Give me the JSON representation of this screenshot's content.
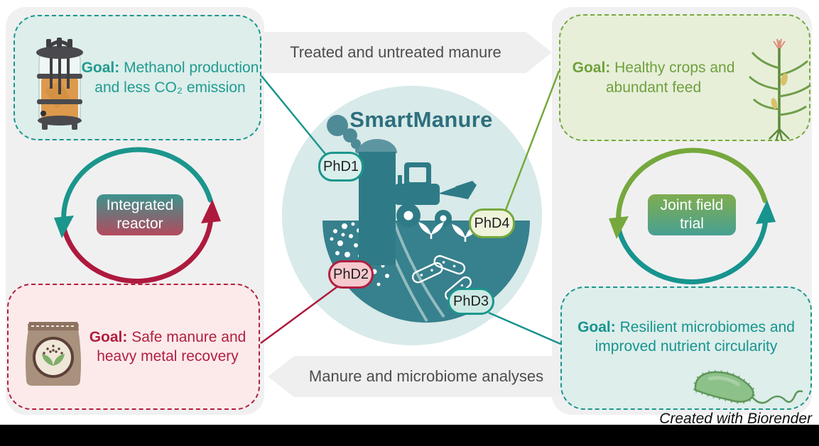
{
  "title": "SmartManure",
  "credit": "Created with Biorender",
  "banners": {
    "top": "Treated and untreated manure",
    "bottom": "Manure and microbiome analyses"
  },
  "cycles": {
    "left": {
      "label": "Integrated reactor"
    },
    "right": {
      "label": "Joint field trial"
    }
  },
  "phd_badges": [
    {
      "label": "PhD1"
    },
    {
      "label": "PhD2"
    },
    {
      "label": "PhD3"
    },
    {
      "label": "PhD4"
    }
  ],
  "goal_boxes": {
    "top_left": {
      "label": "Goal:",
      "text": "Methanol production and less CO₂ emission",
      "icon": "bioreactor-icon"
    },
    "top_right": {
      "label": "Goal:",
      "text": "Healthy crops and abundant feed",
      "icon": "corn-plant-icon"
    },
    "bottom_left": {
      "label": "Goal:",
      "text": "Safe manure and heavy metal recovery",
      "icon": "manure-bag-icon"
    },
    "bottom_right": {
      "label": "Goal:",
      "text": "Resilient microbiomes and improved nutrient circularity",
      "icon": "bacterium-icon"
    }
  },
  "colors": {
    "teal": "#1b968c",
    "dark_teal": "#2e7b87",
    "green": "#76a83d",
    "crimson": "#b11f3f",
    "panel_gray": "#f0f0f1",
    "banner_gray": "#efefef",
    "circle_bg": "#d8eae9",
    "badge_left_gradient": [
      "#3d948e",
      "#b34a5e"
    ],
    "badge_right_gradient": [
      "#80ad4f",
      "#47a093"
    ]
  }
}
